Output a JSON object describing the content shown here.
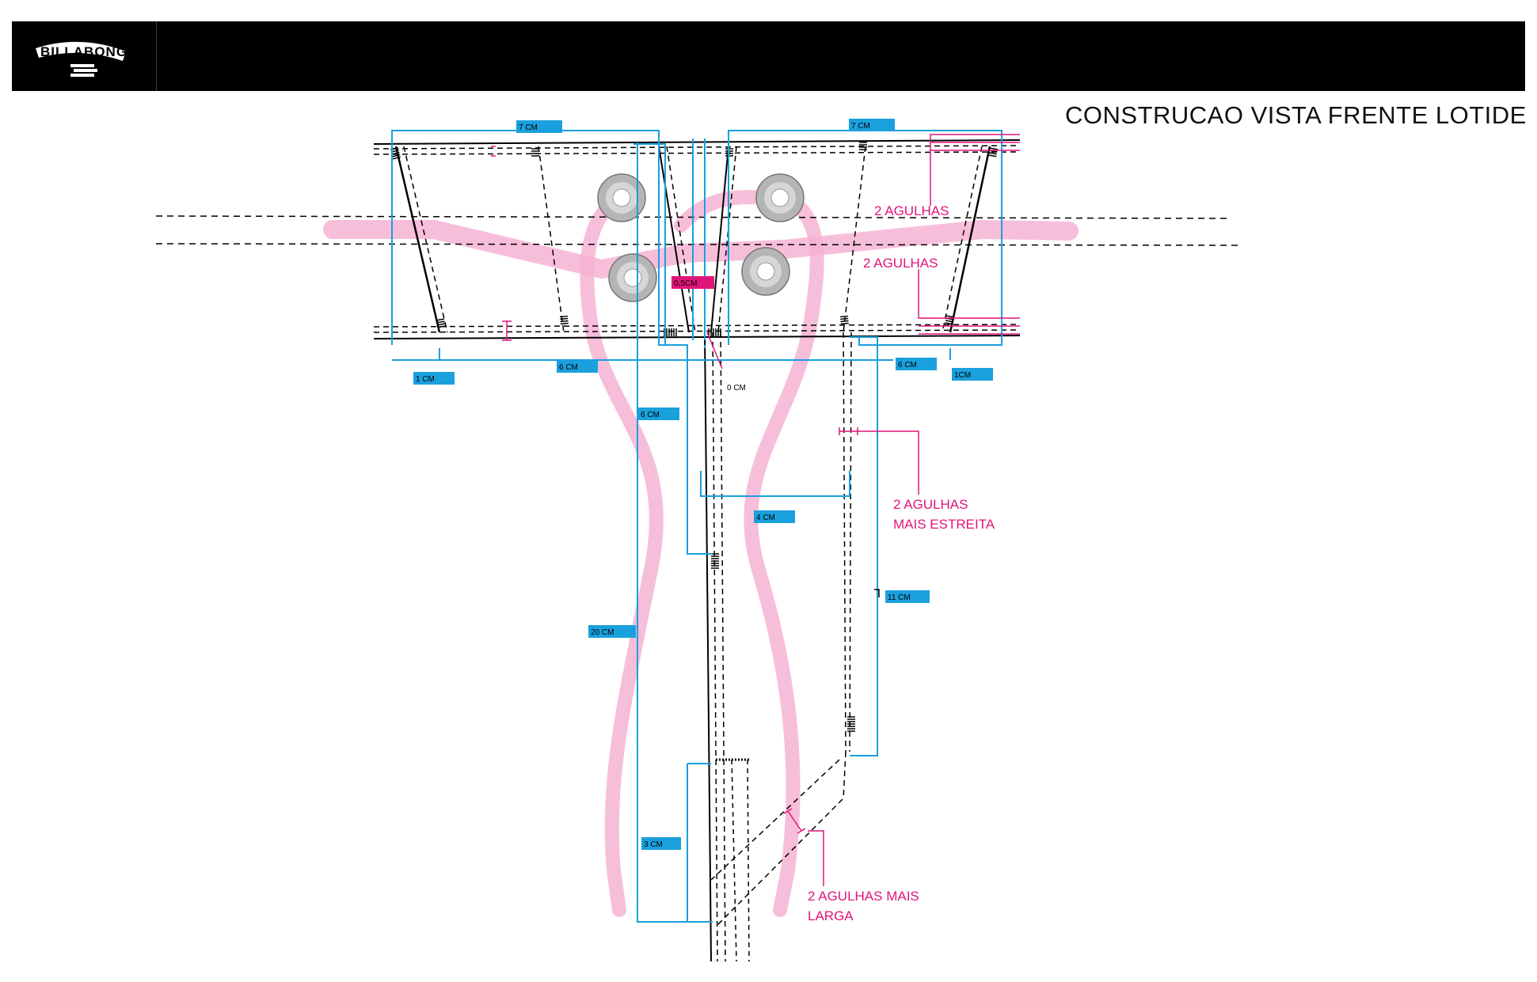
{
  "header": {
    "brand": "BILLABONG"
  },
  "title": "CONSTRUCAO VISTA FRENTE LOTIDE",
  "colors": {
    "measure": "#1aa0dd",
    "note": "#e0157a",
    "cord": "#f6b3d4",
    "stitch": "#000000"
  },
  "measures": {
    "top_left": "7 CM",
    "top_right": "7 CM",
    "center_tag": "0,5CM",
    "left_1": "1 CM",
    "left_6": "6 CM",
    "right_6": "6 CM",
    "right_1": "1CM",
    "zero": "0 CM",
    "fly_6": "6 CM",
    "fly_4": "4 CM",
    "fly_11": "11 CM",
    "fly_20": "20 CM",
    "fly_3": "3 CM"
  },
  "notes": {
    "n1": "2 AGULHAS",
    "n2": "2 AGULHAS",
    "n3_l1": "2 AGULHAS",
    "n3_l2": "MAIS ESTREITA",
    "n4_l1": "2 AGULHAS MAIS",
    "n4_l2": "LARGA"
  }
}
